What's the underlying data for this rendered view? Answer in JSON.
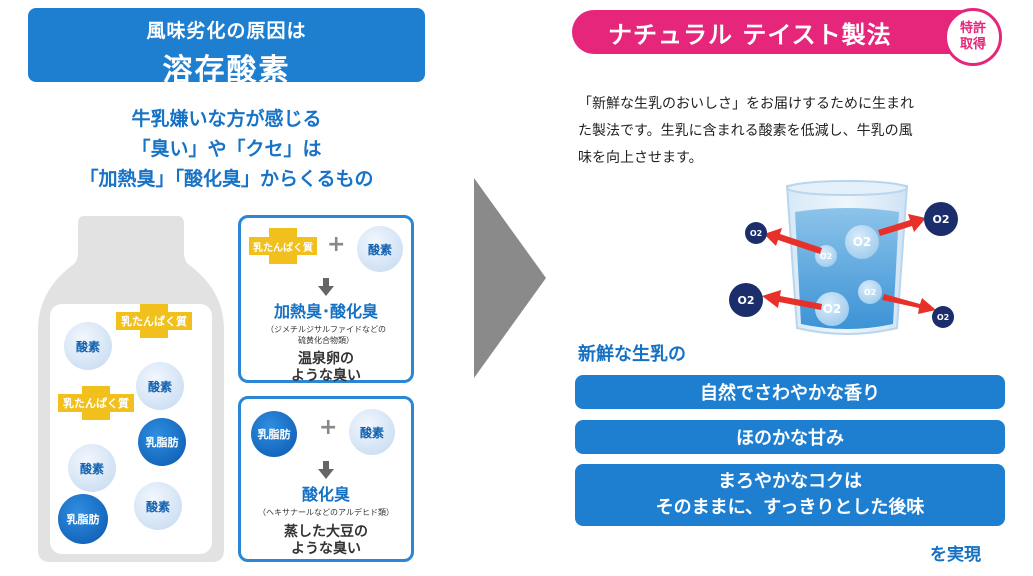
{
  "left": {
    "header_line1": "風味劣化の原因は",
    "header_line2": "溶存酸素",
    "intro": [
      "牛乳嫌いな方が感じる",
      "「臭い」や「クセ」は",
      "「加熱臭」「酸化臭」からくるもの"
    ]
  },
  "bottle": {
    "protein": "乳たんぱく質",
    "oxygen": "酸素",
    "fat": "乳脂肪"
  },
  "box1": {
    "item1": "乳たんぱく質",
    "plus": "+",
    "item2": "酸素",
    "title": "加熱臭･酸化臭",
    "note_line1": "（ジメチルジサルファイドなどの",
    "note_line2": "硫黄化合物類）",
    "result_line1": "温泉卵の",
    "result_line2": "ような臭い"
  },
  "box2": {
    "item1": "乳脂肪",
    "plus": "+",
    "item2": "酸素",
    "title": "酸化臭",
    "note": "（ヘキサナールなどのアルデヒド類）",
    "result_line1": "蒸した大豆の",
    "result_line2": "ような臭い"
  },
  "right": {
    "banner": "ナチュラル テイスト製法",
    "patent_line1": "特許",
    "patent_line2": "取得",
    "description": [
      "「新鮮な生乳のおいしさ」をお届けするために生まれ",
      "た製法です。生乳に含まれる酸素を低減し、牛乳の風",
      "味を向上させます。"
    ],
    "o2_label": "O2",
    "fresh_label": "新鮮な生乳の",
    "pill1": "自然でさわやかな香り",
    "pill2": "ほのかな甘み",
    "pill3_line1": "まろやかなコクは",
    "pill3_line2": "そのままに、すっきりとした後味",
    "realize": "を実現"
  },
  "colors": {
    "blue": "#1e7fd0",
    "pink": "#e5267a",
    "yellow": "#f2c01d",
    "navy": "#1b2d6b",
    "red_arrow": "#e8302a"
  }
}
